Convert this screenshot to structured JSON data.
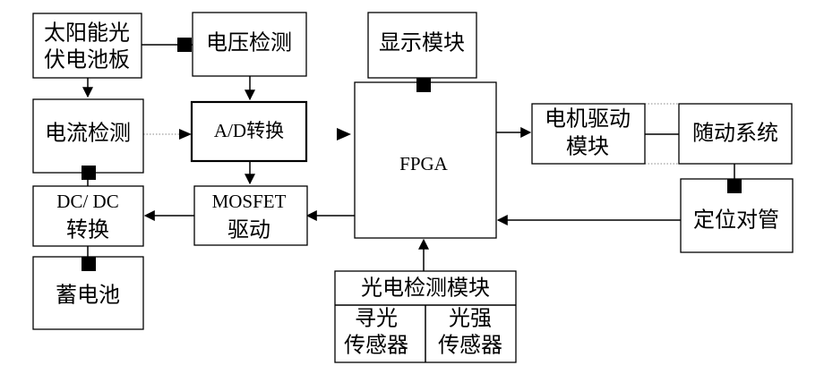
{
  "blocks": {
    "solar_panel": [
      "太阳能光",
      "伏电池板"
    ],
    "voltage_detect": "电压检测",
    "current_detect": "电流检测",
    "ad_convert": "A/D转换",
    "dcdc": [
      "DC/ DC",
      "转换"
    ],
    "mosfet": [
      "MOSFET",
      "驱动"
    ],
    "battery": "蓄电池",
    "display": "显示模块",
    "fpga": "FPGA",
    "motor_drive": [
      "电机驱动",
      "模块"
    ],
    "servo": "随动系统",
    "locating_tube": "定位对管",
    "photo_detect": "光电检测模块",
    "seek_sensor": [
      "寻光",
      "传感器"
    ],
    "intensity_sensor": [
      "光强",
      "传感器"
    ]
  },
  "colors": {
    "stroke": "#000000",
    "background": "#ffffff"
  }
}
